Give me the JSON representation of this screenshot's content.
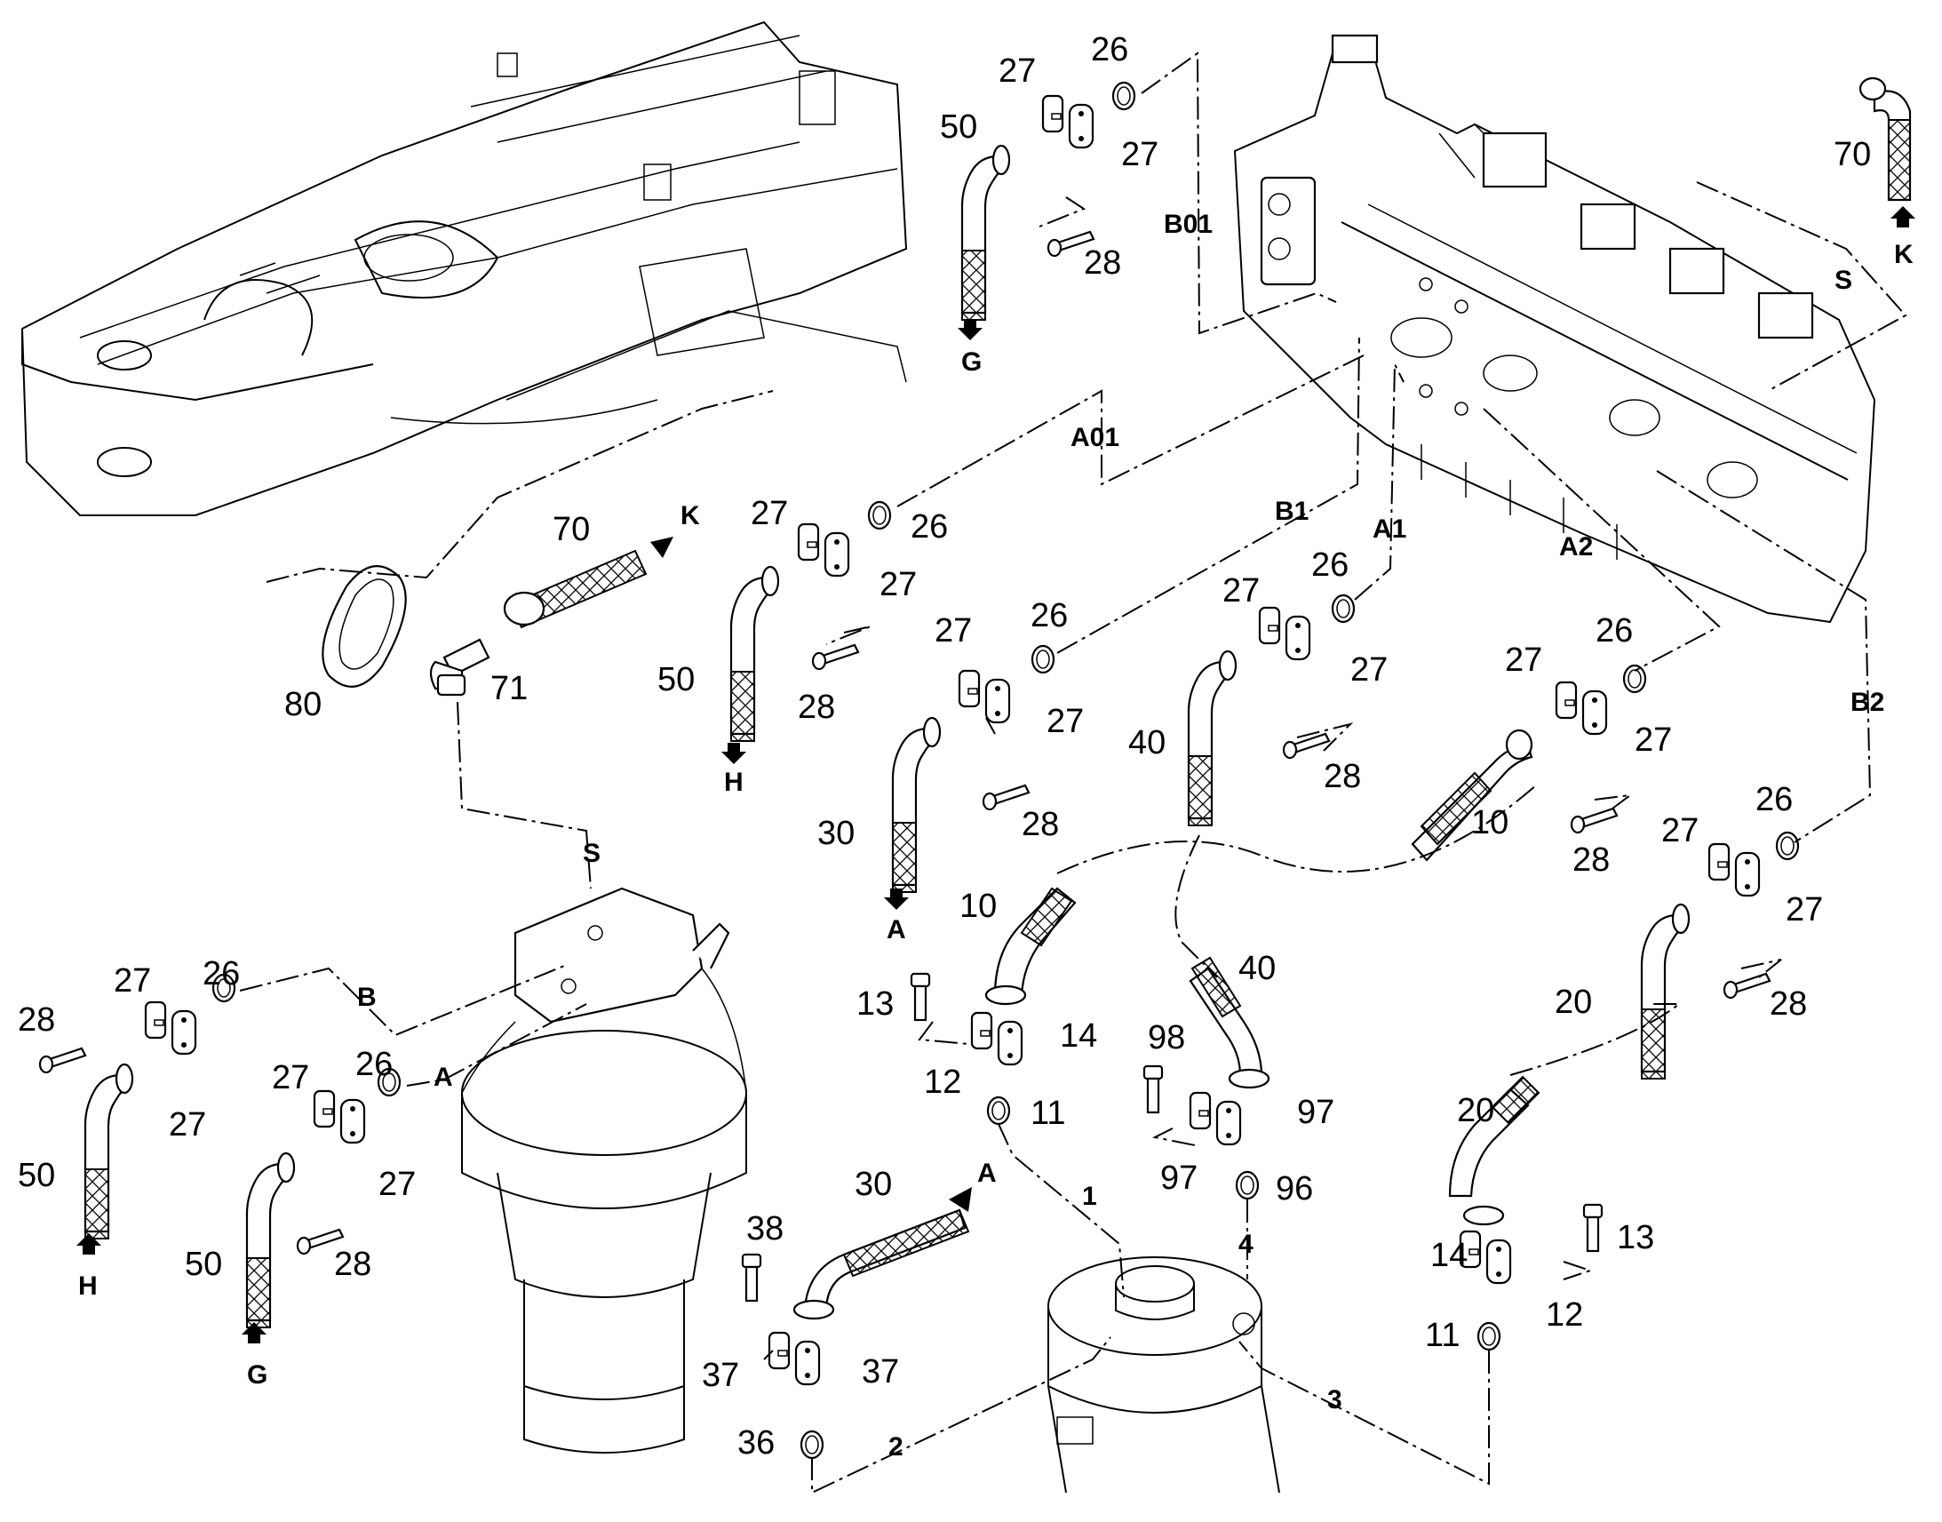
{
  "labels": {
    "n80": "80",
    "n71": "71",
    "n70a": "70",
    "n70b": "70",
    "n50a": "50",
    "n50b": "50",
    "n50c": "50",
    "n50d": "50",
    "n40a": "40",
    "n40b": "40",
    "n30a": "30",
    "n30b": "30",
    "n20a": "20",
    "n20b": "20",
    "n10a": "10",
    "n10b": "10",
    "n38": "38",
    "n37a": "37",
    "n37b": "37",
    "n36": "36",
    "n98": "98",
    "n97a": "97",
    "n97b": "97",
    "n96": "96",
    "n14a": "14",
    "n14b": "14",
    "n13a": "13",
    "n13b": "13",
    "n12a": "12",
    "n12b": "12",
    "n11a": "11",
    "n11b": "11",
    "n28a": "28",
    "n28b": "28",
    "n28c": "28",
    "n28d": "28",
    "n28e": "28",
    "n28f": "28",
    "n28g": "28",
    "n28h": "28",
    "n27a": "27",
    "n27b": "27",
    "n27c": "27",
    "n27d": "27",
    "n27e": "27",
    "n27f": "27",
    "n27g": "27",
    "n27h": "27",
    "n27i": "27",
    "n27j": "27",
    "n27k": "27",
    "n27l": "27",
    "n27m": "27",
    "n27n": "27",
    "n27o": "27",
    "n27p": "27",
    "n26a": "26",
    "n26b": "26",
    "n26c": "26",
    "n26d": "26",
    "n26e": "26",
    "n26f": "26",
    "n26g": "26",
    "n26h": "26",
    "lG1": "G",
    "lG2": "G",
    "lH1": "H",
    "lH2": "H",
    "lK1": "K",
    "lK2": "K",
    "lA1": "A",
    "lA2": "A",
    "lA3": "A",
    "lB": "B",
    "lS1": "S",
    "lS2": "S",
    "lB01": "B01",
    "lA01": "A01",
    "lB1": "B1",
    "lA1p": "A1",
    "lA2p": "A2",
    "lB2": "B2",
    "l1": "1",
    "l2": "2",
    "l3": "3",
    "l4": "4"
  }
}
